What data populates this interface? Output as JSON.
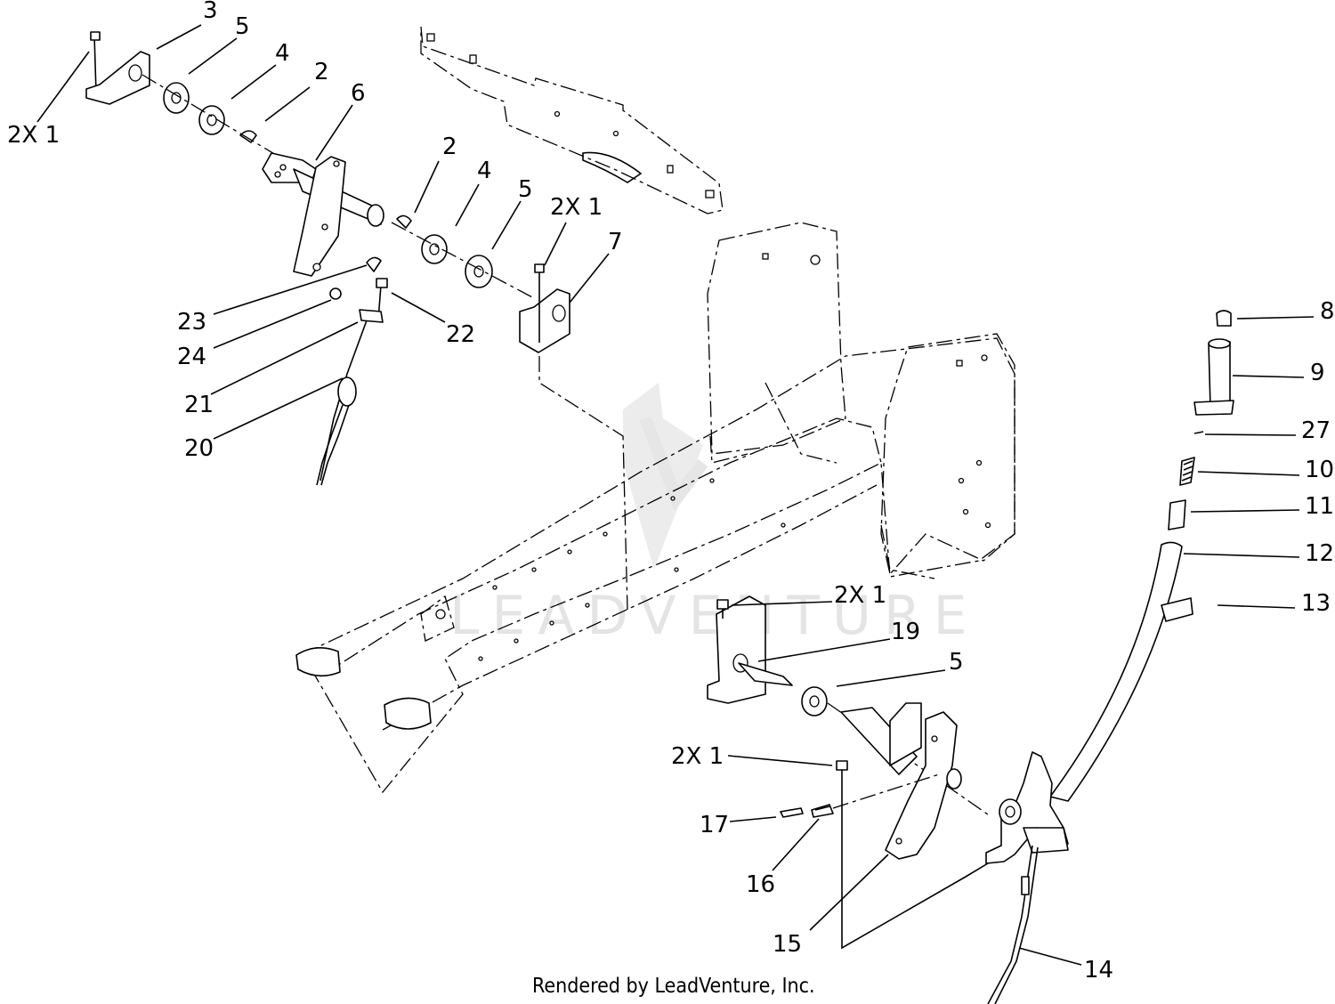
{
  "watermark": {
    "text": "LEADVENTURE"
  },
  "footer": {
    "text": "Rendered by LeadVenture, Inc."
  },
  "callouts": [
    {
      "id": "c3",
      "text": "3"
    },
    {
      "id": "c5a",
      "text": "5"
    },
    {
      "id": "c4a",
      "text": "4"
    },
    {
      "id": "c2a",
      "text": "2"
    },
    {
      "id": "c6",
      "text": "6"
    },
    {
      "id": "c2x1a",
      "text": "2X 1"
    },
    {
      "id": "c2b",
      "text": "2"
    },
    {
      "id": "c4b",
      "text": "4"
    },
    {
      "id": "c5b",
      "text": "5"
    },
    {
      "id": "c2x1b",
      "text": "2X 1"
    },
    {
      "id": "c7",
      "text": "7"
    },
    {
      "id": "c23",
      "text": "23"
    },
    {
      "id": "c22",
      "text": "22"
    },
    {
      "id": "c24",
      "text": "24"
    },
    {
      "id": "c21",
      "text": "21"
    },
    {
      "id": "c20",
      "text": "20"
    },
    {
      "id": "c8",
      "text": "8"
    },
    {
      "id": "c9",
      "text": "9"
    },
    {
      "id": "c27",
      "text": "27"
    },
    {
      "id": "c10",
      "text": "10"
    },
    {
      "id": "c11",
      "text": "11"
    },
    {
      "id": "c12",
      "text": "12"
    },
    {
      "id": "c13",
      "text": "13"
    },
    {
      "id": "c2x1c",
      "text": "2X 1"
    },
    {
      "id": "c19",
      "text": "19"
    },
    {
      "id": "c5c",
      "text": "5"
    },
    {
      "id": "c2x1d",
      "text": "2X 1"
    },
    {
      "id": "c17",
      "text": "17"
    },
    {
      "id": "c16",
      "text": "16"
    },
    {
      "id": "c15",
      "text": "15"
    },
    {
      "id": "c14",
      "text": "14"
    }
  ]
}
